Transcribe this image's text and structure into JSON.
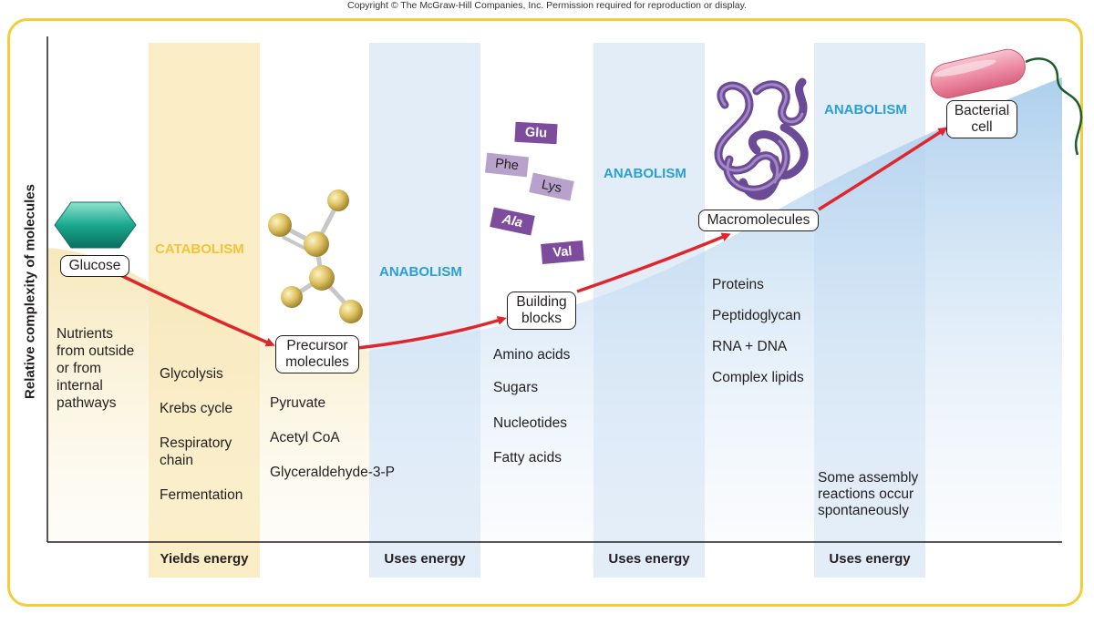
{
  "copyright": "Copyright © The McGraw-Hill Companies, Inc. Permission required for reproduction or display.",
  "y_axis_label": "Relative complexity of molecules",
  "bands": {
    "catabolism_label": "CATABOLISM",
    "anabolism_label": "ANABOLISM",
    "energy": {
      "yields": "Yields energy",
      "uses": "Uses energy"
    }
  },
  "nodes": {
    "glucose": "Glucose",
    "precursor_line1": "Precursor",
    "precursor_line2": "molecules",
    "building_line1": "Building",
    "building_line2": "blocks",
    "macromolecules": "Macromolecules",
    "bacterial_line1": "Bacterial",
    "bacterial_line2": "cell"
  },
  "nutrients": [
    "Nutrients",
    "from outside",
    "or from",
    "internal",
    "pathways"
  ],
  "catabolism_steps": [
    "Glycolysis",
    "Krebs cycle",
    "Respiratory",
    "chain",
    "Fermentation"
  ],
  "precursors": [
    "Pyruvate",
    "Acetyl CoA",
    "Glyceraldehyde-3-P"
  ],
  "building_blocks": [
    "Amino acids",
    "Sugars",
    "Nucleotides",
    "Fatty acids"
  ],
  "macromolecule_list": [
    "Proteins",
    "Peptidoglycan",
    "RNA + DNA",
    "Complex lipids"
  ],
  "spontaneous_note": [
    "Some assembly",
    "reactions occur",
    "spontaneously"
  ],
  "amino_acids": {
    "glu": "Glu",
    "phe": "Phe",
    "lys": "Lys",
    "ala": "Ala",
    "val": "Val"
  },
  "colors": {
    "frame": "#f2cf3a",
    "catabolism_band": "#fbeec6",
    "anabolism_band": "#e3edf8",
    "catabolism_text": "#f2c33b",
    "anabolism_text": "#2a9fd6",
    "path_arrow": "#e0262c",
    "amino_acid_dark": "#7d4c9c",
    "amino_acid_light": "#b8a2cc",
    "glucose": "#1aa88f"
  }
}
